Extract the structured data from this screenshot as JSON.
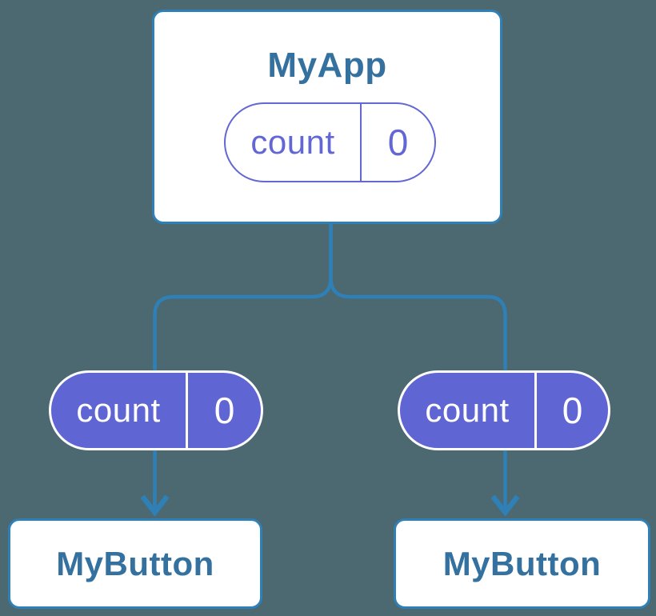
{
  "colors": {
    "background": "#4c6871",
    "edge_blue": "#2f80b7",
    "node_border_blue": "#2f80b7",
    "node_text_blue": "#35719f",
    "pill_purple": "#5f66d4",
    "pill_outline_purple": "#6267d5",
    "white": "#ffffff"
  },
  "diagram": {
    "root": {
      "title": "MyApp",
      "state": {
        "name": "count",
        "value": "0"
      }
    },
    "children": [
      {
        "title": "MyButton",
        "prop": {
          "name": "count",
          "value": "0"
        }
      },
      {
        "title": "MyButton",
        "prop": {
          "name": "count",
          "value": "0"
        }
      }
    ],
    "edges": [
      {
        "from": "MyApp",
        "to": "MyButton (left)"
      },
      {
        "from": "MyApp",
        "to": "MyButton (right)"
      }
    ]
  }
}
